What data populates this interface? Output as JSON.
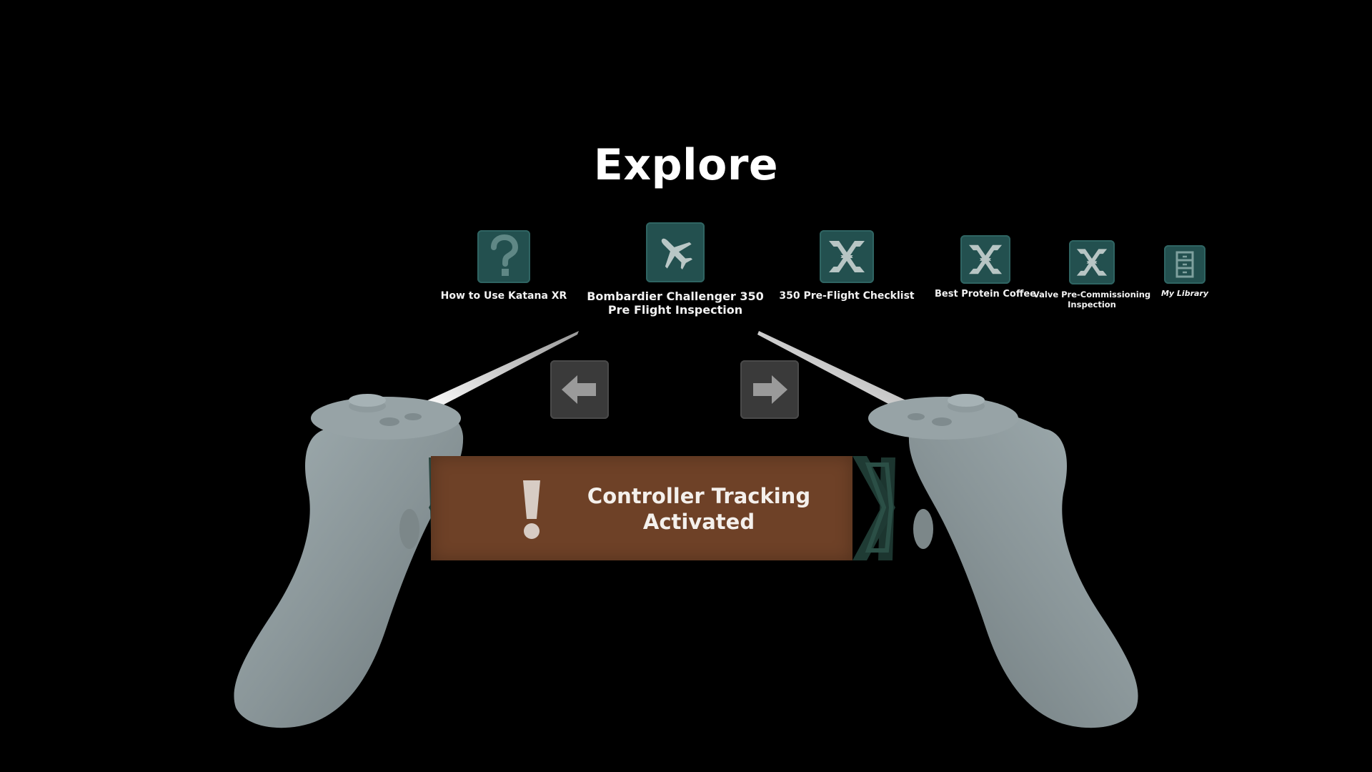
{
  "title": "Explore",
  "apps": [
    {
      "label_lines": [
        "How to Use Katana XR"
      ],
      "icon": "question-icon"
    },
    {
      "label_lines": [
        "Bombardier Challenger 350",
        "Pre Flight Inspection"
      ],
      "icon": "airplane-icon"
    },
    {
      "label_lines": [
        "350 Pre-Flight Checklist"
      ],
      "icon": "katana-logo-icon"
    },
    {
      "label_lines": [
        "Best Protein Coffee"
      ],
      "icon": "katana-logo-icon"
    },
    {
      "label_lines": [
        "Valve Pre-Commissioning",
        "Inspection"
      ],
      "icon": "katana-logo-icon"
    },
    {
      "label_lines": [
        "My Library"
      ],
      "icon": "library-icon"
    }
  ],
  "navigation": {
    "prev_icon": "arrow-left-icon",
    "next_icon": "arrow-right-icon"
  },
  "notification": {
    "lines": [
      "Controller Tracking",
      "Activated"
    ],
    "icon": "exclamation-icon"
  },
  "colors": {
    "background": "#000000",
    "tile": "#23504f",
    "banner": "#6e4127",
    "banner_frame": "#1f3b34",
    "nav_button": "#3a3a3a",
    "controller": "#8a9699"
  }
}
